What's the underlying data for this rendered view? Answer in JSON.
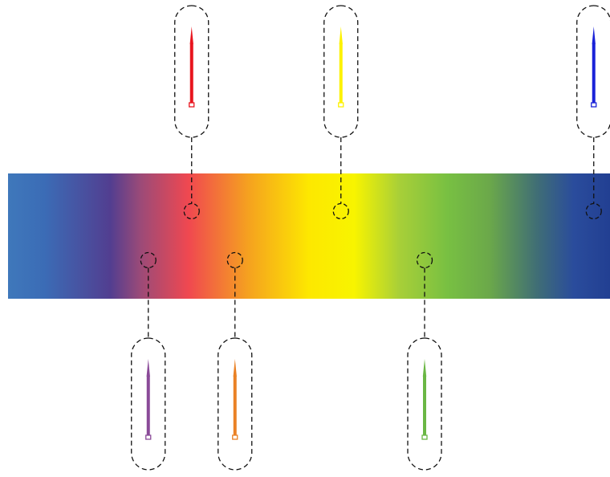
{
  "gradient": {
    "stops": [
      {
        "offset": 0.0,
        "color": "#3f78bb"
      },
      {
        "offset": 0.06,
        "color": "#3b6cb6"
      },
      {
        "offset": 0.17,
        "color": "#523e90"
      },
      {
        "offset": 0.22,
        "color": "#9b4a78"
      },
      {
        "offset": 0.3,
        "color": "#f04850"
      },
      {
        "offset": 0.4,
        "color": "#f5a21f"
      },
      {
        "offset": 0.5,
        "color": "#fde800"
      },
      {
        "offset": 0.575,
        "color": "#f8f400"
      },
      {
        "offset": 0.65,
        "color": "#a8cf38"
      },
      {
        "offset": 0.73,
        "color": "#78c042"
      },
      {
        "offset": 0.8,
        "color": "#6ba84a"
      },
      {
        "offset": 0.88,
        "color": "#3f6d76"
      },
      {
        "offset": 0.94,
        "color": "#2a4c9c"
      },
      {
        "offset": 1.0,
        "color": "#223f92"
      }
    ]
  },
  "colorStops": [
    {
      "name": "red",
      "color": "#e8151e",
      "position": 0.305,
      "side": "top"
    },
    {
      "name": "yellow",
      "color": "#fdf200",
      "position": 0.553,
      "side": "top"
    },
    {
      "name": "blue",
      "color": "#1a22d8",
      "position": 0.973,
      "side": "top"
    },
    {
      "name": "purple",
      "color": "#8a4a98",
      "position": 0.233,
      "side": "bottom"
    },
    {
      "name": "orange",
      "color": "#ea8125",
      "position": 0.377,
      "side": "bottom"
    },
    {
      "name": "green",
      "color": "#6ab744",
      "position": 0.692,
      "side": "bottom"
    }
  ]
}
